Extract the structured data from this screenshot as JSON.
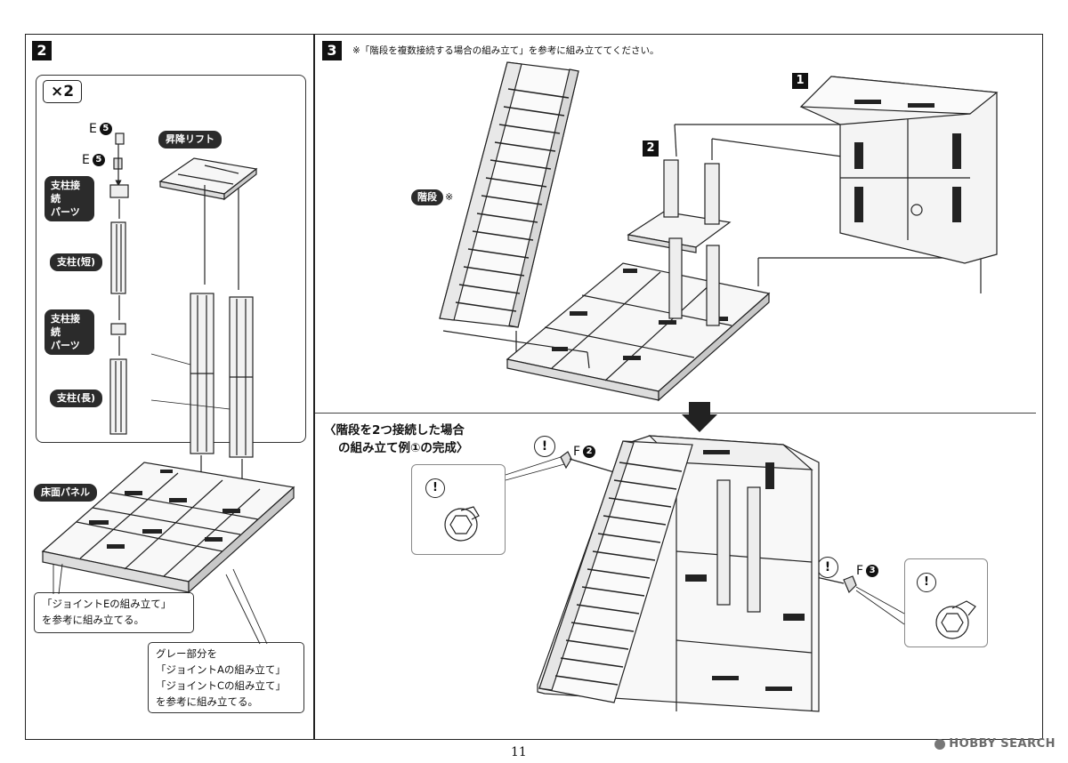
{
  "steps": {
    "step2": "2",
    "step3": "3"
  },
  "left": {
    "multiplier": "×2",
    "e5_top": "E",
    "e5_bottom": "E",
    "e_num": "5",
    "lift_label": "昇降リフト",
    "pillar_joint_label_1": "支柱接続\nパーツ",
    "pillar_short_label": "支柱(短)",
    "pillar_joint_label_2": "支柱接続\nパーツ",
    "pillar_long_label": "支柱(長)",
    "floor_panel_label": "床面パネル",
    "note_joint_e": "「ジョイントEの組み立て」\nを参考に組み立てる。",
    "note_gray": "グレー部分を\n「ジョイントAの組み立て」\n「ジョイントCの組み立て」\nを参考に組み立てる。"
  },
  "right": {
    "instruction": "※「階段を複数接続する場合の組み立て」を参考に組み立ててください。",
    "part1": "1",
    "part2": "2",
    "stairs_label": "階段",
    "stairs_mark": "※",
    "caption_line1": "〈階段を2つ接続した場合",
    "caption_line2": "の組み立て例①の完成〉",
    "f_letter": "F",
    "f2_num": "2",
    "f3_num": "3",
    "warn_symbol": "!"
  },
  "footer": {
    "page_number": "11",
    "watermark": "HOBBY SEARCH"
  }
}
